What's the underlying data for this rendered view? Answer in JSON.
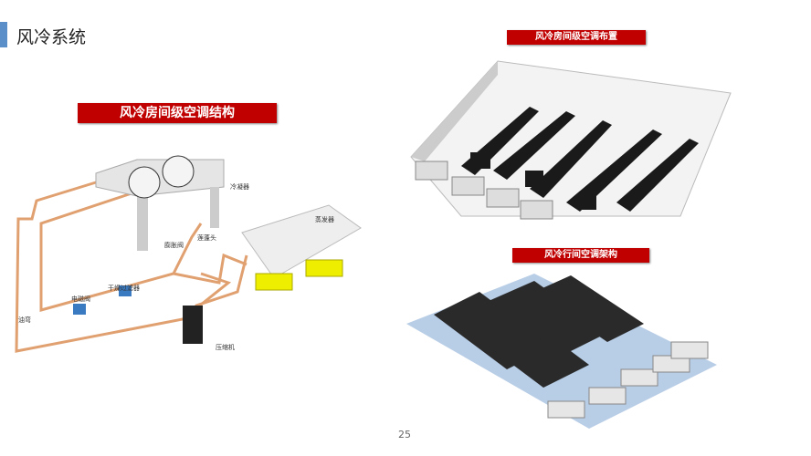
{
  "slide": {
    "title": "风冷系统",
    "page_number": "25"
  },
  "left_diagram": {
    "banner": "风冷房间级空调结构",
    "labels": {
      "condenser": "冷凝器",
      "evaporator": "蒸发器",
      "expansion_valve": "膨胀阀",
      "distributor": "莲蓬头",
      "dryer_filter": "干燥过滤器",
      "solenoid_valve": "电磁阀",
      "oil_trap": "油弯",
      "compressor": "压缩机"
    }
  },
  "right_top": {
    "banner": "风冷房间级空调布置"
  },
  "right_bottom": {
    "banner": "风冷行间空调架构"
  },
  "colors": {
    "accent": "#5b8fc9",
    "banner": "#c00000",
    "pipe": "#e0a070"
  }
}
